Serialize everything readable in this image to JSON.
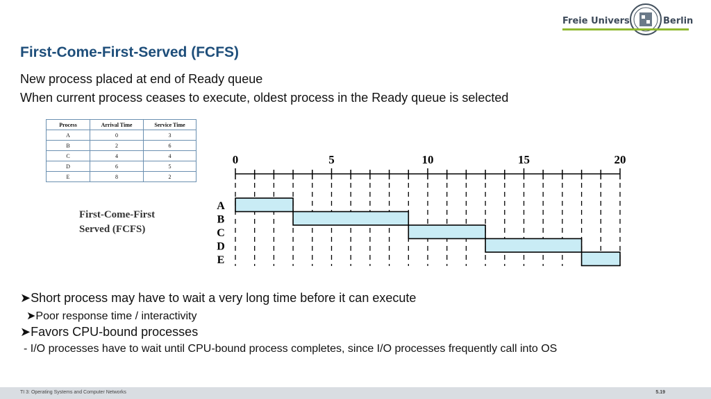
{
  "logo": {
    "left": "Freie Universität",
    "right": "Berlin"
  },
  "slide": {
    "title": "First-Come-First-Served (FCFS)",
    "lines": [
      "New process placed at end of Ready queue",
      "When current process ceases to execute, oldest process in the Ready queue is selected"
    ]
  },
  "table": {
    "headers": [
      "Process",
      "Arrival Time",
      "Service Time"
    ],
    "rows": [
      [
        "A",
        "0",
        "3"
      ],
      [
        "B",
        "2",
        "6"
      ],
      [
        "C",
        "4",
        "4"
      ],
      [
        "D",
        "6",
        "5"
      ],
      [
        "E",
        "8",
        "2"
      ]
    ]
  },
  "caption": {
    "line1": "First-Come-First",
    "line2": "Served (FCFS)"
  },
  "chart_data": {
    "type": "bar",
    "x_ticks": [
      "0",
      "5",
      "10",
      "15",
      "20"
    ],
    "xlim": [
      0,
      20
    ],
    "categories": [
      "A",
      "B",
      "C",
      "D",
      "E"
    ],
    "bars": [
      {
        "process": "A",
        "start": 0,
        "end": 3
      },
      {
        "process": "B",
        "start": 3,
        "end": 9
      },
      {
        "process": "C",
        "start": 9,
        "end": 13
      },
      {
        "process": "D",
        "start": 13,
        "end": 18
      },
      {
        "process": "E",
        "start": 18,
        "end": 20
      }
    ],
    "bar_color": "#c9ecf5"
  },
  "bullets": [
    "Short process may have to wait a very long time before it can execute",
    "Poor response time / interactivity",
    "Favors CPU-bound processes",
    "I/O processes have to wait until CPU-bound process completes, since I/O processes frequently call into OS"
  ],
  "footer": {
    "left": "TI 3: Operating Systems and Computer Networks",
    "right": "5.19"
  },
  "colors": {
    "title": "#1e4e7a",
    "accent_green": "#8fb82f"
  }
}
